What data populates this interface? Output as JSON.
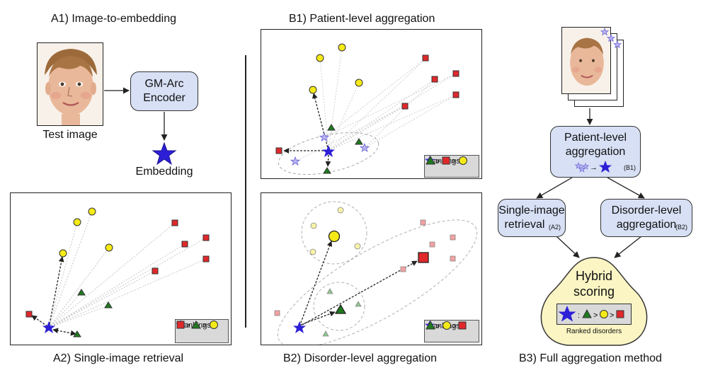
{
  "titles": {
    "a1": "A1) Image-to-embedding",
    "a2": "A2) Single-image retrieval",
    "b1": "B1) Patient-level aggregation",
    "b2": "B2) Disorder-level aggregation",
    "b3": "B3) Full aggregation method"
  },
  "a1": {
    "test_image_label": "Test image",
    "encoder_line1": "GM-Arc",
    "encoder_line2": "Encoder",
    "embedding_label": "Embedding"
  },
  "rankings_label": "Rankings",
  "b3": {
    "patient_line1": "Patient-level",
    "patient_line2": "aggregation",
    "patient_tag": "(B1)",
    "single_line1": "Single-image",
    "single_line2": "retrieval",
    "single_tag": "(A2)",
    "disorder_line1": "Disorder-level",
    "disorder_line2": "aggregation",
    "disorder_tag": "(B2)",
    "hybrid_line1": "Hybrid",
    "hybrid_line2": "scoring",
    "ranked_label": "Ranked disorders"
  },
  "colors": {
    "star": "#2d1fd6",
    "star_light": "#9b96e6",
    "yellow": "#f5ea16",
    "red": "#e0282b",
    "green": "#1f7a1f",
    "node_fill": "#d7e0f5",
    "hybrid_fill": "#fbf5c4"
  }
}
